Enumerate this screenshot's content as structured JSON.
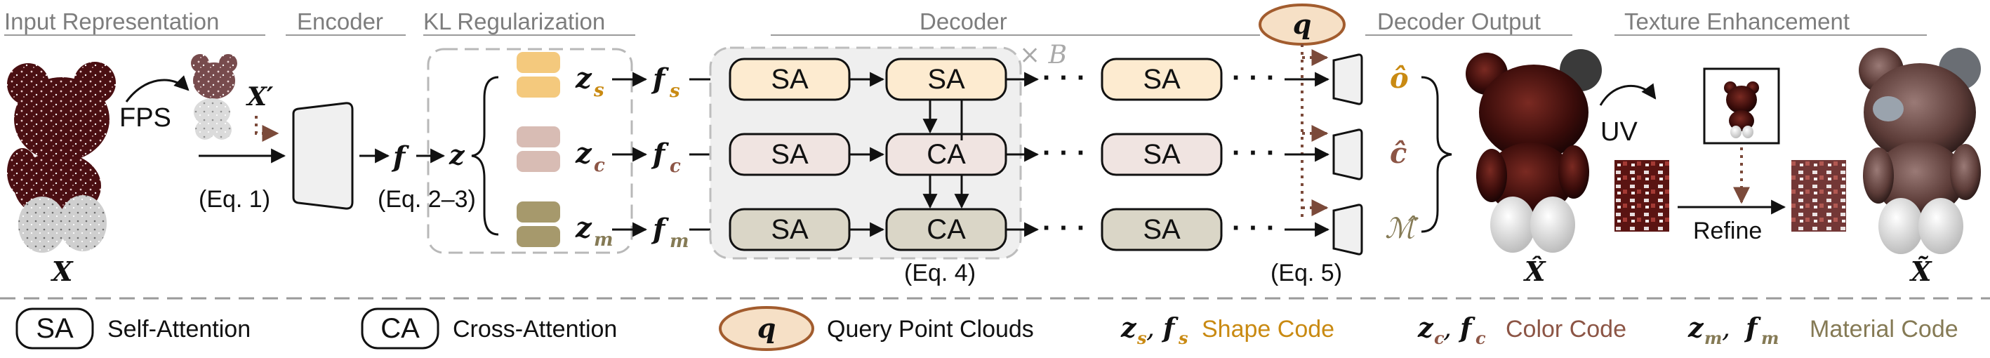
{
  "headers": {
    "input": "Input Representation",
    "encoder": "Encoder",
    "kl": "KL Regularization",
    "decoder": "Decoder",
    "decoder_output": "Decoder Output",
    "texture": "Texture Enhancement"
  },
  "labels": {
    "fps": "FPS",
    "x_prime": "X′",
    "x": "X",
    "eq1": "(Eq. 1)",
    "eq23": "(Eq. 2–3)",
    "eq4": "(Eq. 4)",
    "eq5": "(Eq. 5)",
    "f": "f",
    "z": "z",
    "q": "q",
    "times_b": "× B",
    "uv": "UV",
    "refine": "Refine",
    "x_hat": "X̂",
    "x_tilde": "X̃",
    "dots": "· · ·"
  },
  "codes": {
    "zs": "z",
    "zs_sub": "s",
    "zc": "z",
    "zc_sub": "c",
    "zm": "z",
    "zm_sub": "m",
    "fs": "f",
    "fs_sub": "s",
    "fc": "f",
    "fc_sub": "c",
    "fm": "f",
    "fm_sub": "m"
  },
  "outputs": {
    "o_hat": "ô",
    "c_hat": "ĉ",
    "m_hat": "ℳ̂"
  },
  "blocks": {
    "sa": "SA",
    "ca": "CA"
  },
  "legend": {
    "sa_label": "SA",
    "sa_text": "Self-Attention",
    "ca_label": "CA",
    "ca_text": "Cross-Attention",
    "q_label": "q",
    "q_text": "Query Point Clouds",
    "shape_sym": "z",
    "shape_sub1": "s",
    "shape_sep": ", ",
    "shape_f": "f",
    "shape_sub2": "s",
    "shape_text": "Shape Code",
    "color_sym": "z",
    "color_sub1": "c",
    "color_sep": ", ",
    "color_f": "f",
    "color_sub2": "c",
    "color_text": "Color Code",
    "material_sym": "z",
    "material_sub1": "m",
    "material_sep": " , ",
    "material_f": "f",
    "material_sub2": "m",
    "material_text": "Material Code"
  },
  "colors": {
    "shape": "#c98a12",
    "color": "#8c5545",
    "material": "#857a55",
    "shape_fill": "#fdebd0",
    "color_fill": "#f0e4e1",
    "material_fill": "#dad6c7",
    "shape_bar": "#f4c97d",
    "color_bar": "#d8bcb4",
    "material_bar": "#a6996c",
    "query_border": "#a25c2e",
    "query_fill": "#f6e0c6",
    "dotted_arrow": "#7b4a3a"
  }
}
